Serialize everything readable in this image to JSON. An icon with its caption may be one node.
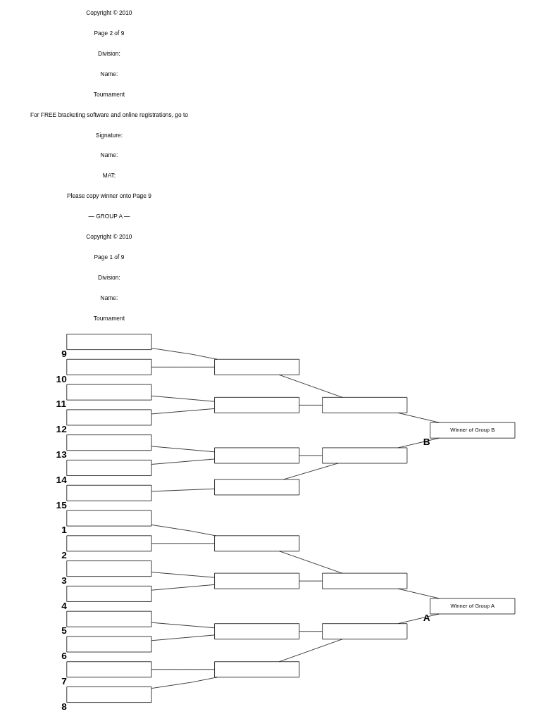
{
  "diagram": {
    "nodes": [
      {
        "text": [],
        "shape": "box",
        "beside": [
          "1"
        ]
      },
      {
        "text": [],
        "shape": "box",
        "beside": [
          "2"
        ]
      },
      {
        "text": [],
        "shape": "box",
        "beside": [
          "3"
        ]
      },
      {
        "text": [],
        "shape": "box",
        "beside": [
          "4"
        ]
      },
      {
        "text": [],
        "shape": "box",
        "beside": [
          "5"
        ]
      },
      {
        "text": [],
        "shape": "box",
        "beside": [
          "6"
        ]
      },
      {
        "text": [],
        "shape": "box",
        "beside": [
          "7"
        ]
      },
      {
        "text": [],
        "shape": "box",
        "beside": [
          "8"
        ]
      },
      {
        "text": [],
        "shape": "box"
      },
      {
        "text": [],
        "shape": "box"
      },
      {
        "text": [],
        "shape": "box"
      },
      {
        "text": [],
        "shape": "box"
      },
      {
        "text": [],
        "shape": "box"
      },
      {
        "text": [],
        "shape": "box"
      },
      {
        "text": [
          "Winner of Group A"
        ],
        "beside": [
          "A"
        ]
      },
      {
        "text": [],
        "shape": "box",
        "beside": [
          "9"
        ]
      },
      {
        "text": [],
        "shape": "box",
        "beside": [
          "10"
        ]
      },
      {
        "text": [],
        "shape": "box",
        "beside": [
          "11"
        ]
      },
      {
        "text": [],
        "shape": "box",
        "beside": [
          "12"
        ]
      },
      {
        "text": [],
        "shape": "box",
        "beside": [
          "13"
        ]
      },
      {
        "text": [],
        "shape": "box",
        "beside": [
          "14"
        ]
      },
      {
        "text": [],
        "shape": "box",
        "beside": [
          "15"
        ]
      },
      {
        "text": [],
        "shape": "box"
      },
      {
        "text": [],
        "shape": "box"
      },
      {
        "text": [],
        "shape": "box"
      },
      {
        "text": [],
        "shape": "box"
      },
      {
        "text": [],
        "shape": "box"
      },
      {
        "text": [],
        "shape": "box"
      },
      {
        "text": [
          "Winner of Group B"
        ],
        "beside": [
          "B"
        ]
      }
    ],
    "edges": [
      {
        "from": 0,
        "to": 8,
        "arrow": "none"
      },
      {
        "from": 1,
        "to": 8,
        "arrow": "none"
      },
      {
        "from": 2,
        "to": 9,
        "arrow": "none"
      },
      {
        "from": 3,
        "to": 9,
        "arrow": "none"
      },
      {
        "from": 4,
        "to": 10,
        "arrow": "none"
      },
      {
        "from": 5,
        "to": 10,
        "arrow": "none"
      },
      {
        "from": 6,
        "to": 11,
        "arrow": "none"
      },
      {
        "from": 7,
        "to": 11,
        "arrow": "none"
      },
      {
        "from": 8,
        "to": 12,
        "arrow": "none"
      },
      {
        "from": 9,
        "to": 12,
        "arrow": "none"
      },
      {
        "from": 10,
        "to": 13,
        "arrow": "none"
      },
      {
        "from": 11,
        "to": 13,
        "arrow": "none"
      },
      {
        "from": 12,
        "to": 14,
        "arrow": "none"
      },
      {
        "from": 13,
        "to": 14,
        "arrow": "none"
      },
      {
        "from": 15,
        "to": 22,
        "arrow": "none"
      },
      {
        "from": 16,
        "to": 22,
        "arrow": "none"
      },
      {
        "from": 17,
        "to": 23,
        "arrow": "none"
      },
      {
        "from": 18,
        "to": 23,
        "arrow": "none"
      },
      {
        "from": 19,
        "to": 24,
        "arrow": "none"
      },
      {
        "from": 20,
        "to": 24,
        "arrow": "none"
      },
      {
        "from": 21,
        "to": 25,
        "arrow": "none"
      },
      {
        "from": 22,
        "to": 26,
        "arrow": "none"
      },
      {
        "from": 23,
        "to": 26,
        "arrow": "none"
      },
      {
        "from": 24,
        "to": 27,
        "arrow": "none"
      },
      {
        "from": 25,
        "to": 27,
        "arrow": "none"
      },
      {
        "from": 26,
        "to": 28,
        "arrow": "none"
      },
      {
        "from": 27,
        "to": 28,
        "arrow": "none"
      }
    ],
    "labels": [
      "Tournament",
      "Name:",
      "Division:",
      "Page 1 of 9",
      "Copyright © 2010",
      "— GROUP A —",
      "Please copy winner onto Page 9",
      "MAT:",
      "Name:",
      "Signature:",
      "For FREE bracketing software and online registrations, go to",
      "Tournament",
      "Name:",
      "Division:",
      "Page 2 of 9",
      "Copyright © 2010"
    ]
  }
}
